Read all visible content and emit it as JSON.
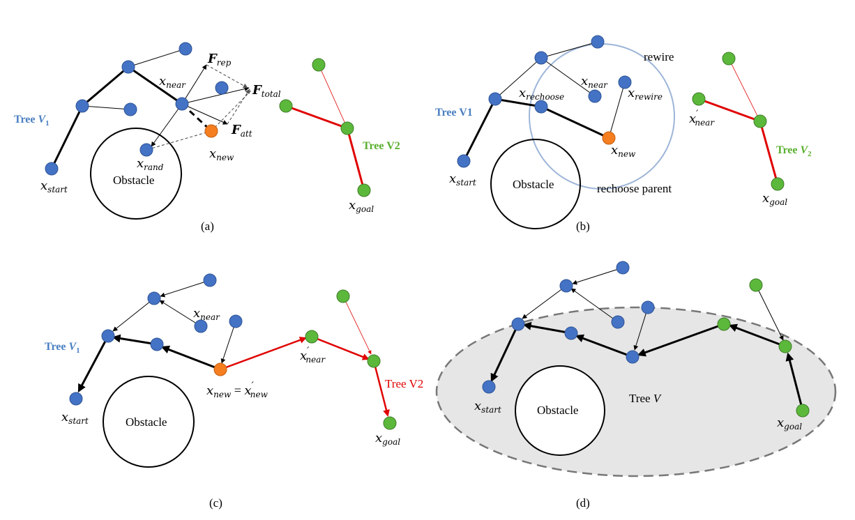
{
  "panels": {
    "a": {
      "label": "(a)",
      "tree_v1": {
        "text": "Tree ",
        "var": "V",
        "sub": "1"
      },
      "tree_v2": "Tree V2",
      "obstacle": "Obstacle",
      "x_start": {
        "base": "x",
        "sub": "start"
      },
      "x_rand": {
        "base": "x",
        "sub": "rand"
      },
      "x_near": {
        "base": "x",
        "sub": "near"
      },
      "x_new": {
        "base": "x",
        "sub": "new"
      },
      "x_goal": {
        "base": "x",
        "sub": "goal"
      },
      "f_rep": {
        "base": "F",
        "sub": "rep"
      },
      "f_total": {
        "base": "F",
        "sub": "total"
      },
      "f_att": {
        "base": "F",
        "sub": "att"
      }
    },
    "b": {
      "label": "(b)",
      "tree_v1": "Tree V1",
      "tree_v2": {
        "text": "Tree ",
        "var": "V",
        "sub": "2"
      },
      "obstacle": "Obstacle",
      "rewire": "rewire",
      "rechoose_parent": "rechoose parent",
      "x_start": {
        "base": "x",
        "sub": "start"
      },
      "x_rechoose": {
        "base": "x",
        "sub": "rechoose"
      },
      "x_near": {
        "base": "x",
        "sub": "near"
      },
      "x_rewire": {
        "base": "x",
        "sub": "rewire"
      },
      "x_new": {
        "base": "x",
        "sub": "new"
      },
      "x_near_prime": {
        "base": "x",
        "prime": "′",
        "sub": "near"
      },
      "x_goal": {
        "base": "x",
        "sub": "goal"
      }
    },
    "c": {
      "label": "(c)",
      "tree_v1": {
        "text": "Tree ",
        "var": "V",
        "sub": "1"
      },
      "tree_v2": "Tree V2",
      "obstacle": "Obstacle",
      "x_start": {
        "base": "x",
        "sub": "start"
      },
      "x_near": {
        "base": "x",
        "sub": "near"
      },
      "x_new_eq": {
        "base": "x",
        "sub": "new",
        "eq": " = ",
        "base2": "x",
        "prime2": "′",
        "sub2": "new"
      },
      "x_near_prime": {
        "base": "x",
        "prime": "′",
        "sub": "near"
      },
      "x_goal": {
        "base": "x",
        "sub": "goal"
      }
    },
    "d": {
      "label": "(d)",
      "tree_v": {
        "text": "Tree ",
        "var": "V"
      },
      "obstacle": "Obstacle",
      "x_start": {
        "base": "x",
        "sub": "start"
      },
      "x_goal": {
        "base": "x",
        "sub": "goal"
      }
    }
  },
  "colors": {
    "tree1_node": "#4472c4",
    "tree2_node": "#5cb83b",
    "new_node": "#f57e20",
    "tree2_edge": "#e00000",
    "tree1_label": "#4a7fc1",
    "tree2_label": "#5aaf2f",
    "rewire_circle": "#9db5d8",
    "ellipse_fill": "#e6e6e6"
  }
}
